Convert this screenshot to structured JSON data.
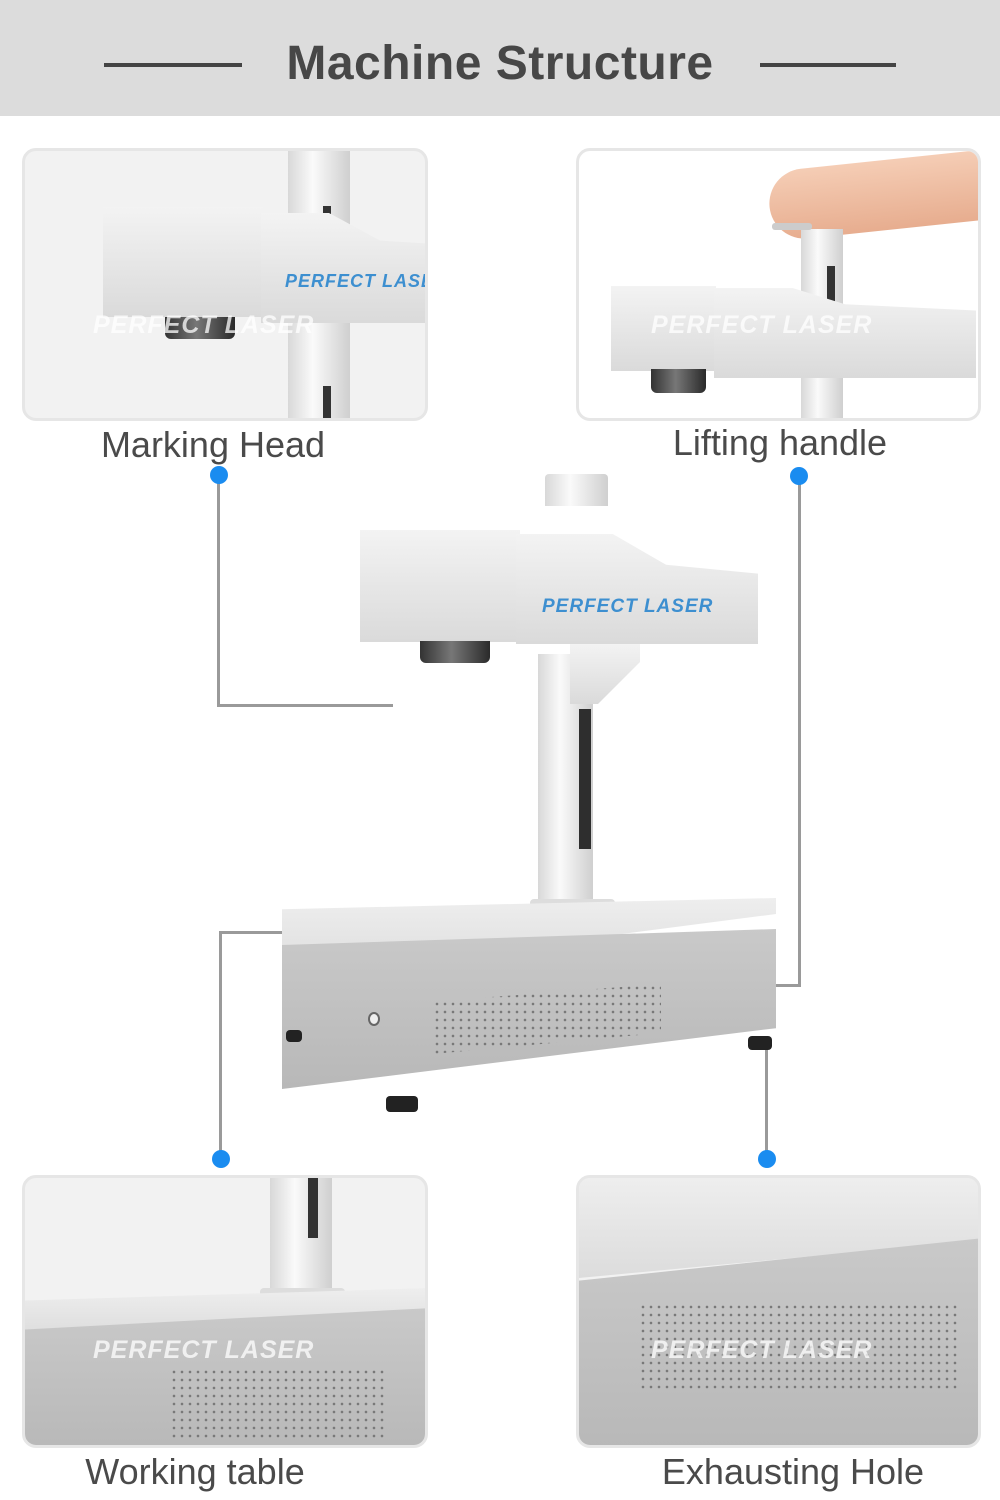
{
  "header": {
    "title": "Machine Structure"
  },
  "brand": {
    "logo_text": "PERFECT LASER",
    "watermark": "PERFECT LASER"
  },
  "parts": [
    {
      "label": "Marking Head"
    },
    {
      "label": "Lifting handle"
    },
    {
      "label": "Working table"
    },
    {
      "label": "Exhausting Hole"
    }
  ],
  "colors": {
    "accent_dot": "#1a8cf0",
    "header_bg": "#dcdcdc",
    "title": "#474747",
    "logo": "#3d8fd0"
  }
}
